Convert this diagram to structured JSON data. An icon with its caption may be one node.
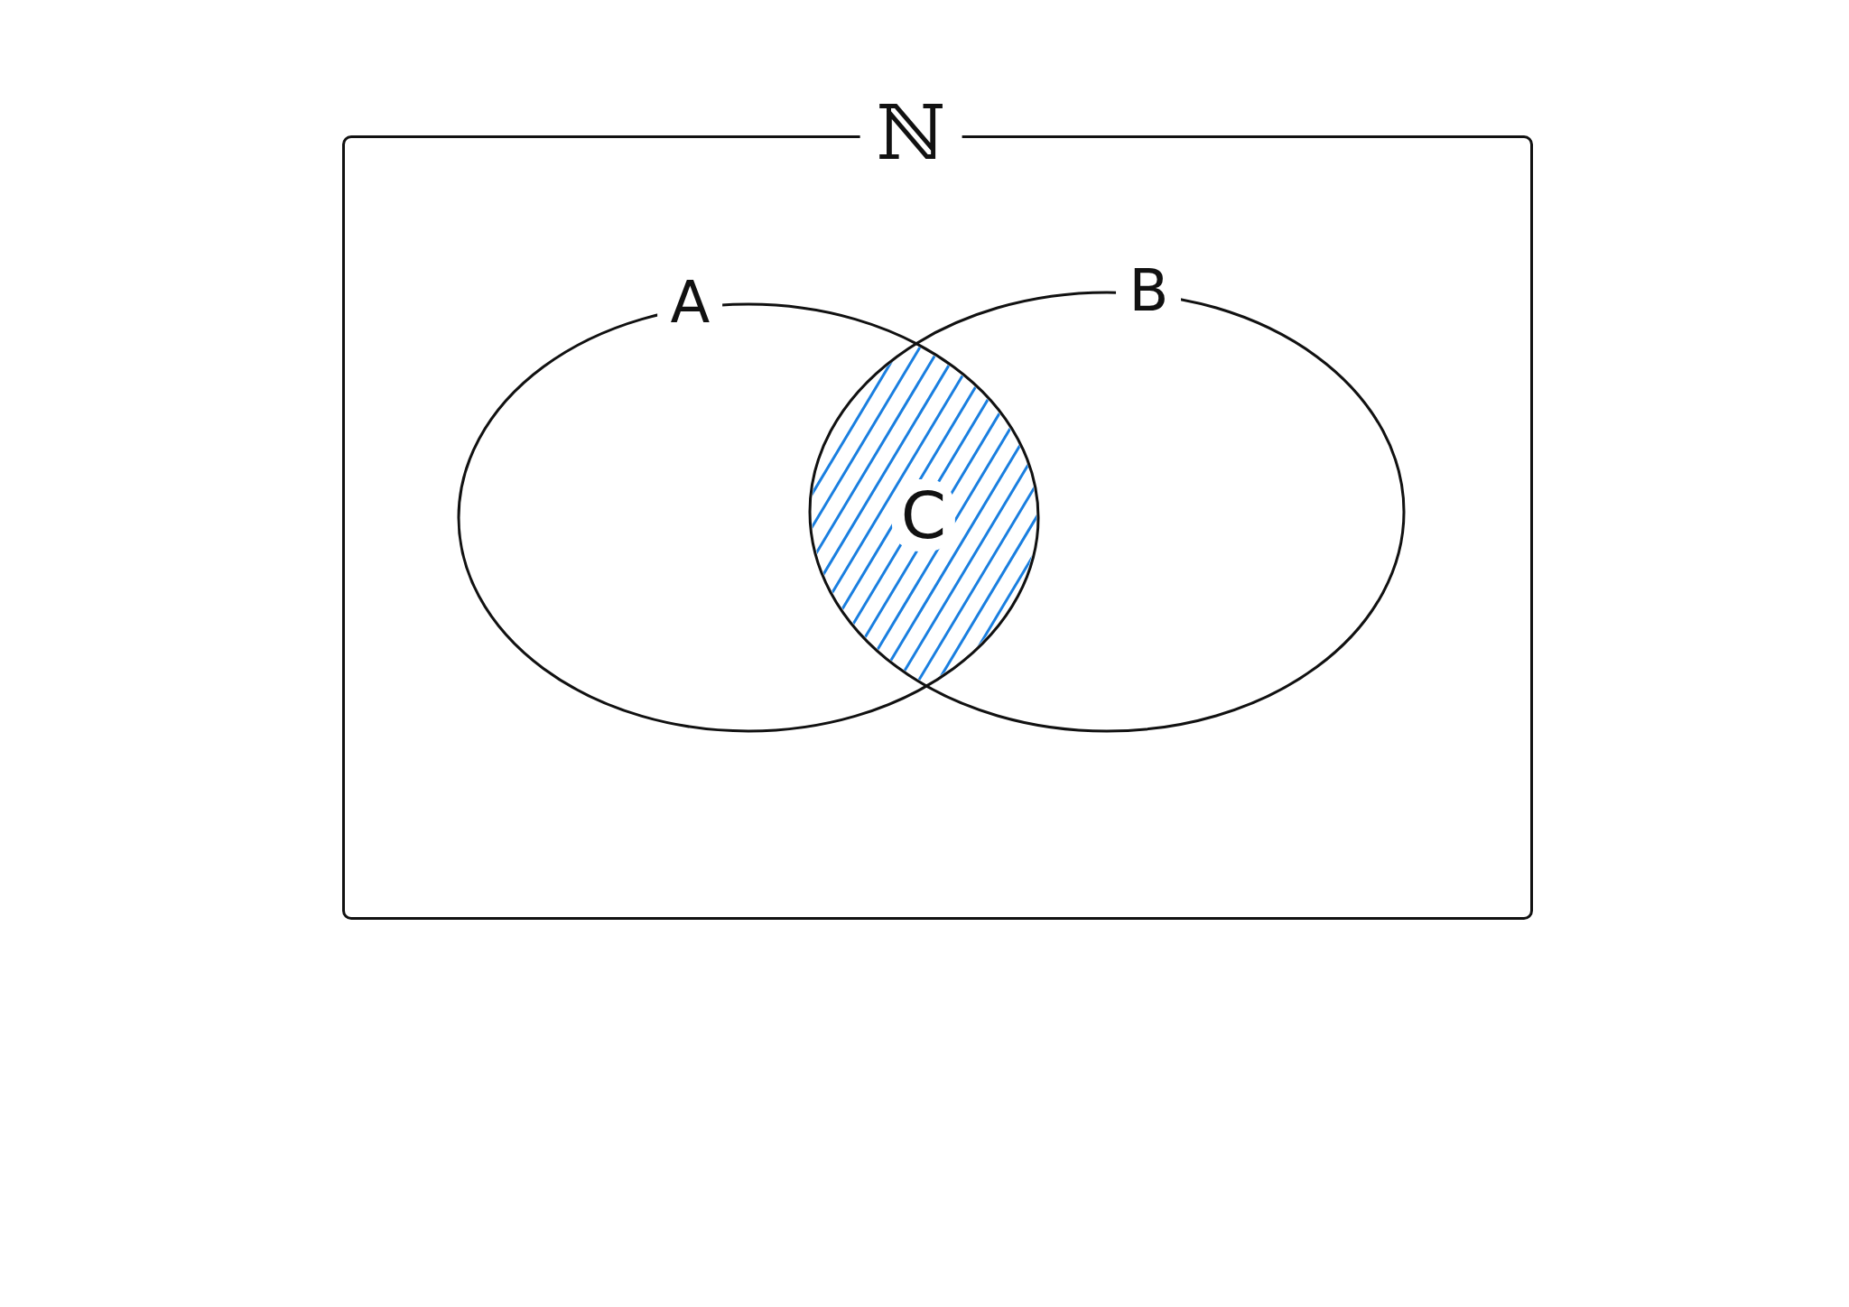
{
  "diagram": {
    "nodes": [
      {
        "text": [
          "ℕ"
        ]
      },
      {
        "text": [
          "A"
        ],
        "in": 0
      },
      {
        "text": [
          "B"
        ],
        "in": 0
      }
    ],
    "labels": [
      "C"
    ]
  }
}
